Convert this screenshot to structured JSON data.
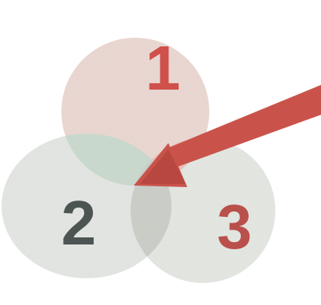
{
  "labels": {
    "circle_1": "1",
    "circle_2": "2",
    "circle_3": "3"
  },
  "colors": {
    "circle_1_fill": "#efdcd6",
    "circle_2_fill": "#dde2dc",
    "circle_3_fill": "#e8ebe6",
    "overlap_1_2": "#cfded2",
    "overlap_1_3": "#f2c3bd",
    "center_overlap": "#cfd3cc",
    "label_1": "#d0504b",
    "label_2": "#4d5553",
    "label_3": "#b9504c",
    "arrow": "#c9534b",
    "arrow_highlight": "#b84740"
  },
  "icons": {
    "pointer": "arrow-pointer-icon"
  }
}
